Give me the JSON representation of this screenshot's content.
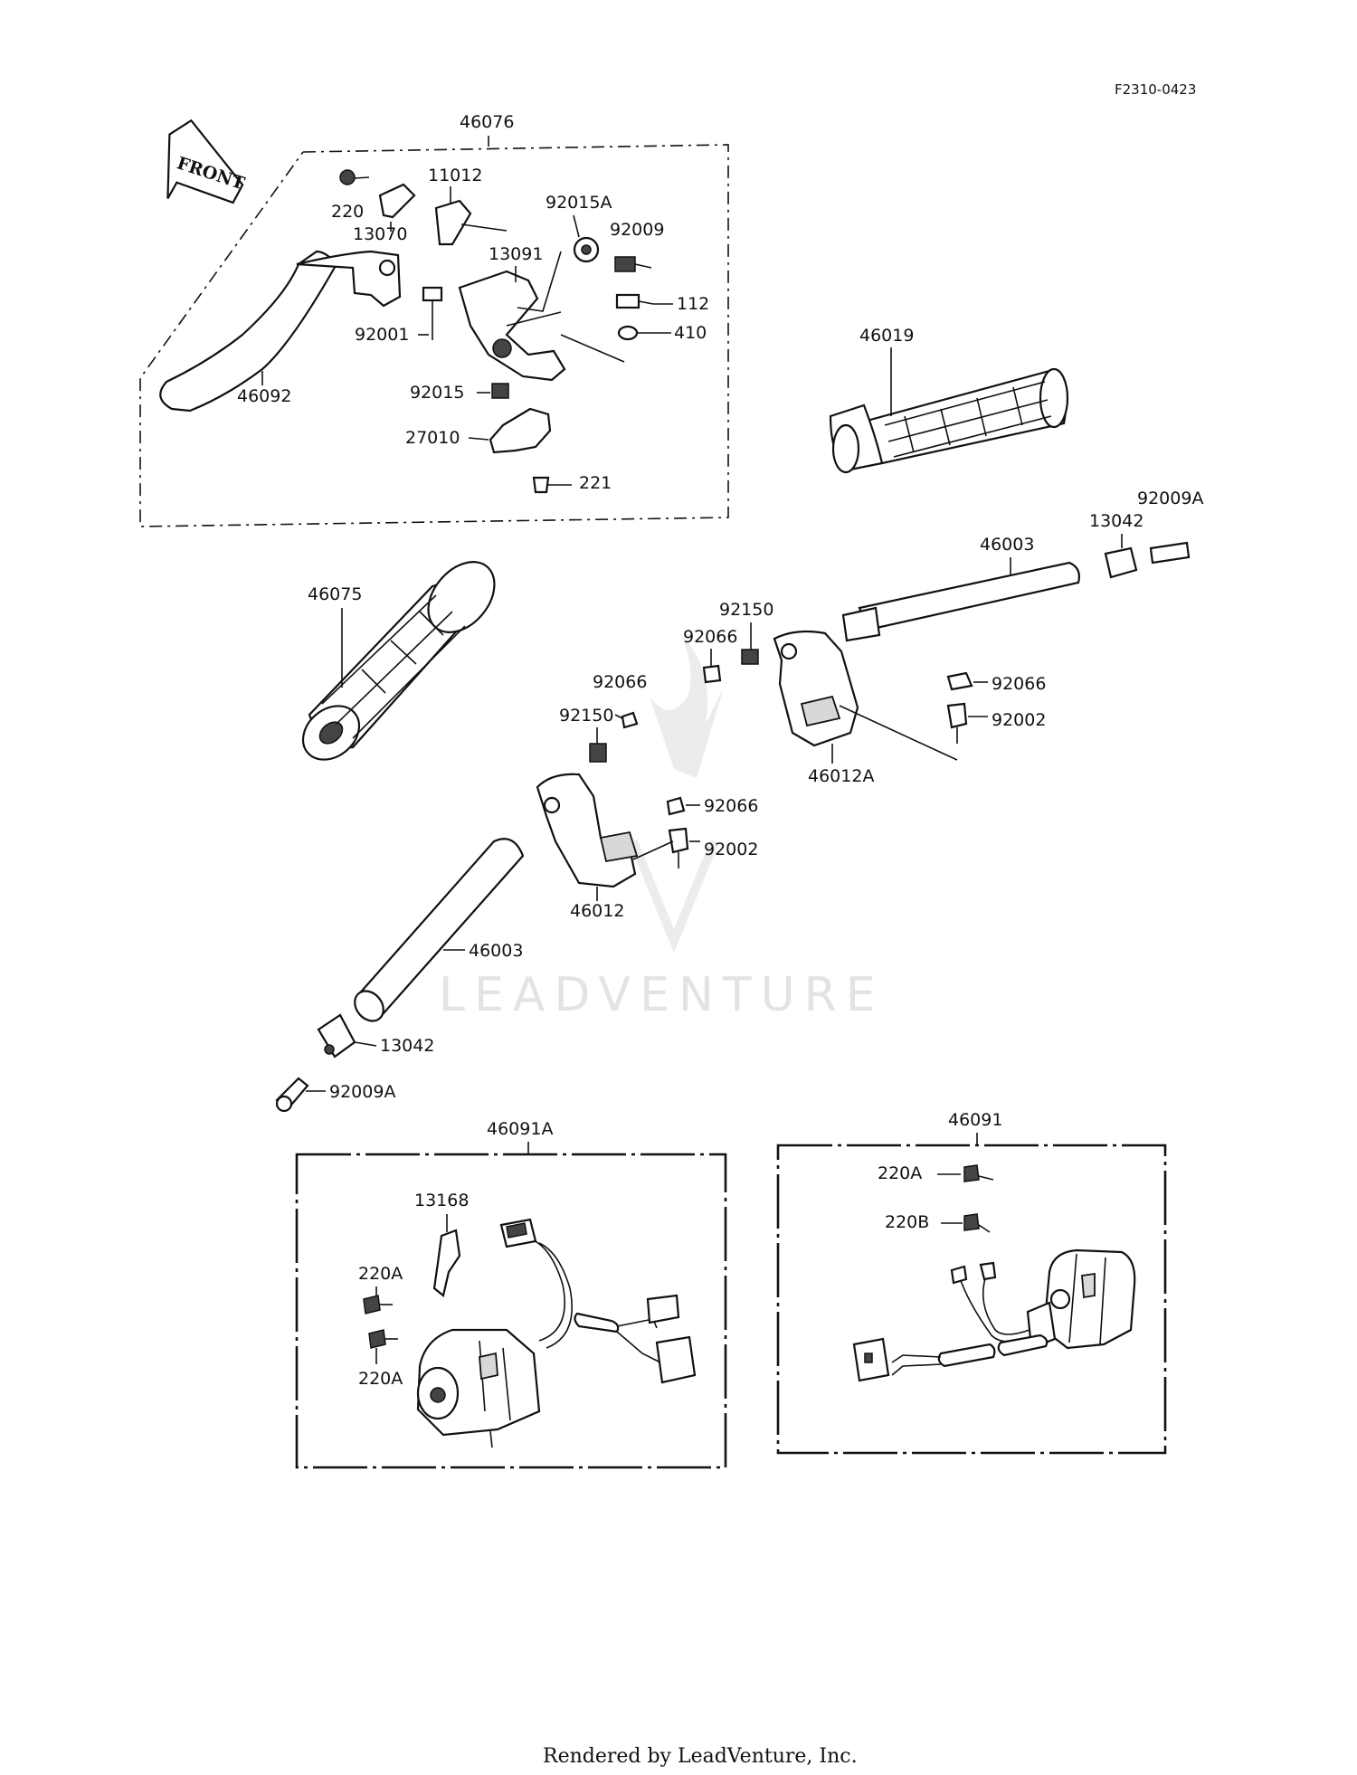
{
  "diagram_code": "F2310-0423",
  "front_label": "FRONT",
  "watermark": "LEADVENTURE",
  "footer": "Rendered by LeadVenture, Inc.",
  "assemblies": {
    "lever_assy": "46076",
    "switch_left": "46091A",
    "switch_right": "46091"
  },
  "callouts": {
    "c220": "220",
    "c13070": "13070",
    "c11012": "11012",
    "c92015A": "92015A",
    "c92009": "92009",
    "c13091": "13091",
    "c112": "112",
    "c92001": "92001",
    "c410": "410",
    "c46092": "46092",
    "c92015": "92015",
    "c27010": "27010",
    "c221": "221",
    "c46019": "46019",
    "c13042_r": "13042",
    "c92009A_r": "92009A",
    "c46003_r": "46003",
    "c46075": "46075",
    "c92150_r": "92150",
    "c92066_r1": "92066",
    "c92066_r2": "92066",
    "c92002_r": "92002",
    "c46012A": "46012A",
    "c92066_l1": "92066",
    "c92150_l": "92150",
    "c92066_l2": "92066",
    "c92002_l": "92002",
    "c46012": "46012",
    "c46003_l": "46003",
    "c13042_l": "13042",
    "c92009A_l": "92009A",
    "c13168": "13168",
    "c220A_1": "220A",
    "c220A_2": "220A",
    "c220A_r": "220A",
    "c220B": "220B"
  }
}
